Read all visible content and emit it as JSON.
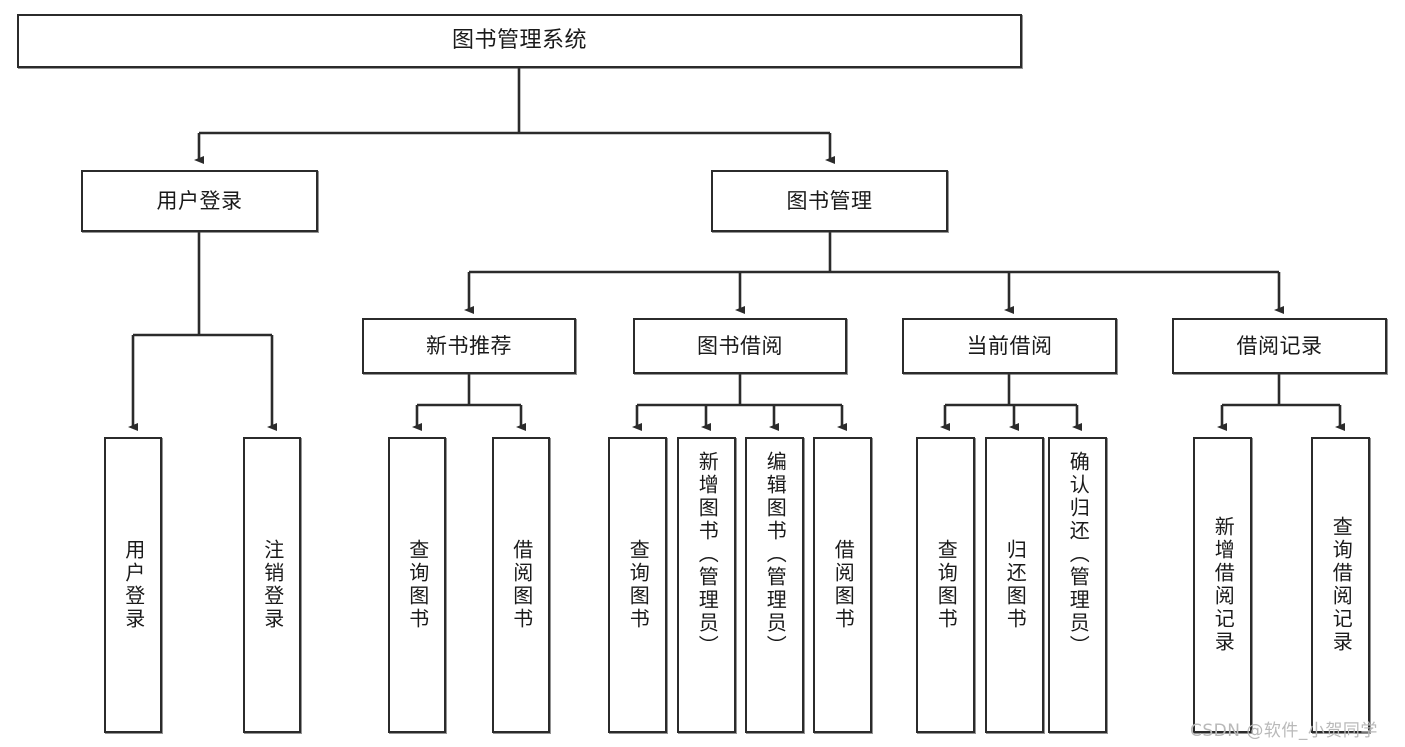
{
  "diagram": {
    "title": "图书管理系统",
    "type": "tree-hierarchy",
    "root": {
      "label": "图书管理系统"
    },
    "level2": [
      {
        "label": "用户登录"
      },
      {
        "label": "图书管理"
      }
    ],
    "level3": [
      {
        "label": "新书推荐"
      },
      {
        "label": "图书借阅"
      },
      {
        "label": "当前借阅"
      },
      {
        "label": "借阅记录"
      }
    ],
    "leaves": {
      "user_login": [
        {
          "label": "用户登录"
        },
        {
          "label": "注销登录"
        }
      ],
      "new_book_recommend": [
        {
          "label": "查询图书"
        },
        {
          "label": "借阅图书"
        }
      ],
      "book_borrow": [
        {
          "label": "查询图书"
        },
        {
          "label": "新增图书（管理员）"
        },
        {
          "label": "编辑图书（管理员）"
        },
        {
          "label": "借阅图书"
        }
      ],
      "current_borrow": [
        {
          "label": "查询图书"
        },
        {
          "label": "归还图书"
        },
        {
          "label": "确认归还（管理员）"
        }
      ],
      "borrow_record": [
        {
          "label": "新增借阅记录"
        },
        {
          "label": "查询借阅记录"
        }
      ]
    }
  },
  "watermark": {
    "text": "CSDN @软件_小贺同学"
  },
  "colors": {
    "border": "#2b2b2b",
    "background": "#ffffff",
    "text": "#1a1a1a",
    "watermark": "#b9b9b9"
  }
}
